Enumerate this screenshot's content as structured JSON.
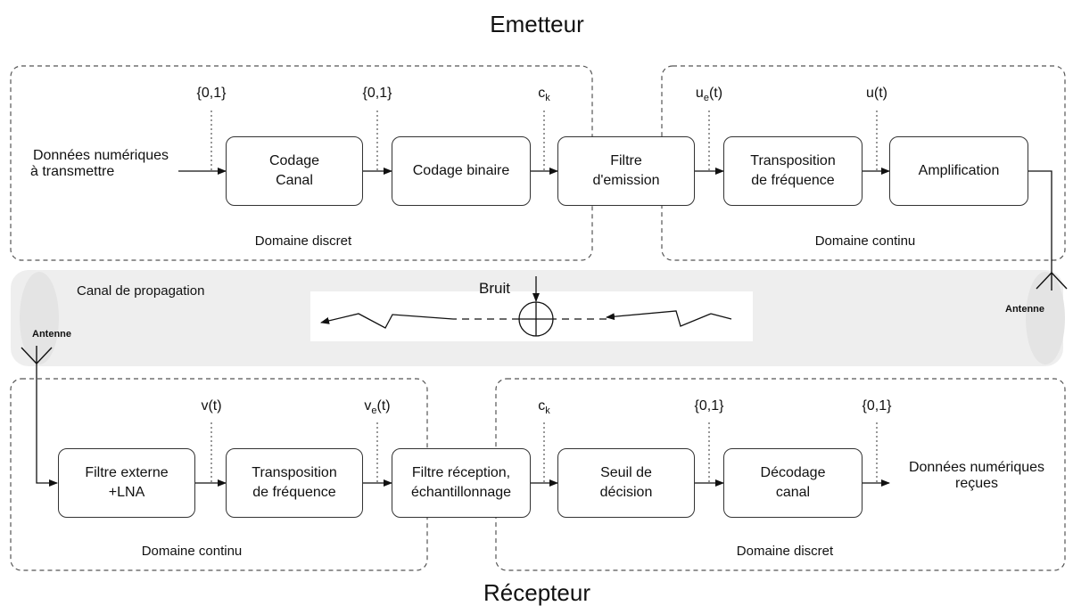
{
  "emitter": {
    "title": "Emetteur",
    "input_label_line1": "Données numériques",
    "input_label_line2": "à transmettre",
    "blocks": [
      {
        "line1": "Codage",
        "line2": "Canal"
      },
      {
        "line1": "Codage binaire",
        "line2": ""
      },
      {
        "line1": "Filtre",
        "line2": "d'emission"
      },
      {
        "line1": "Transposition",
        "line2": "de fréquence"
      },
      {
        "line1": "Amplification",
        "line2": ""
      }
    ],
    "signals": [
      {
        "main": "{0,1}",
        "sub": "",
        "tail": ""
      },
      {
        "main": "{0,1}",
        "sub": "",
        "tail": ""
      },
      {
        "main": "c",
        "sub": "k",
        "tail": ""
      },
      {
        "main": "u",
        "sub": "e",
        "tail": "(t)"
      },
      {
        "main": "u(t)",
        "sub": "",
        "tail": ""
      }
    ],
    "domain_discrete": "Domaine discret",
    "domain_continuous": "Domaine continu"
  },
  "channel": {
    "label": "Canal de propagation",
    "noise": "Bruit",
    "antenna_tx": "Antenne",
    "antenna_rx": "Antenne"
  },
  "receiver": {
    "title": "Récepteur",
    "output_label_line1": "Données numériques",
    "output_label_line2": "reçues",
    "blocks": [
      {
        "line1": "Filtre externe",
        "line2": "+LNA"
      },
      {
        "line1": "Transposition",
        "line2": "de fréquence"
      },
      {
        "line1": "Filtre réception,",
        "line2": "échantillonnage"
      },
      {
        "line1": "Seuil de",
        "line2": "décision"
      },
      {
        "line1": "Décodage",
        "line2": "canal"
      }
    ],
    "signals": [
      {
        "main": "v(t)",
        "sub": "",
        "tail": ""
      },
      {
        "main": "v",
        "sub": "e",
        "tail": "(t)"
      },
      {
        "main": "c",
        "sub": "k",
        "tail": ""
      },
      {
        "main": "{0,1}",
        "sub": "",
        "tail": ""
      },
      {
        "main": "{0,1}",
        "sub": "",
        "tail": ""
      }
    ],
    "domain_continuous": "Domaine continu",
    "domain_discrete": "Domaine discret"
  }
}
